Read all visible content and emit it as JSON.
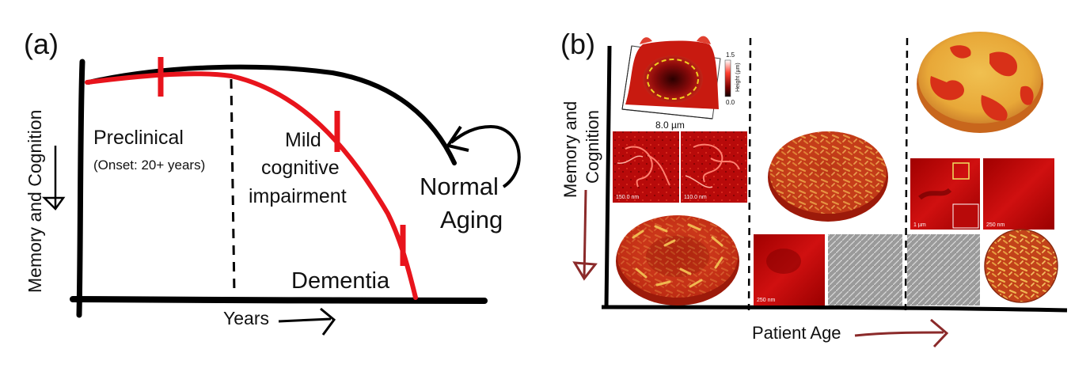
{
  "panel_a": {
    "label": "(a)",
    "y_axis_label": "Memory and Cognition",
    "x_axis_label": "Years",
    "stage_preclinical": "Preclinical",
    "stage_onset": "(Onset: 20+ years)",
    "stage_mci_line1": "Mild",
    "stage_mci_line2": "cognitive",
    "stage_mci_line3": "impairment",
    "stage_dementia": "Dementia",
    "normal_line1": "Normal",
    "normal_line2": "Aging",
    "colors": {
      "disease_curve": "#e8141c",
      "normal_curve": "#000000"
    }
  },
  "panel_b": {
    "label": "(b)",
    "y_axis_line1": "Memory and",
    "y_axis_line2": "Cognition",
    "x_axis_label": "Patient Age",
    "afm_scale_label": "8.0 µm",
    "afm_colorbar_title": "Height (µm)",
    "afm_colorbar_max": "1.5",
    "afm_colorbar_min": "0.0",
    "scale_150nm": "150.0 nm",
    "scale_110nm": "110.0 nm",
    "scale_250nm_a": "250 nm",
    "scale_1um": "1 µm",
    "scale_250nm_b": "250 nm",
    "colors": {
      "arrow": "#8b2a2a",
      "afm_red": "#c81010",
      "fibril": "#e0a040"
    }
  }
}
